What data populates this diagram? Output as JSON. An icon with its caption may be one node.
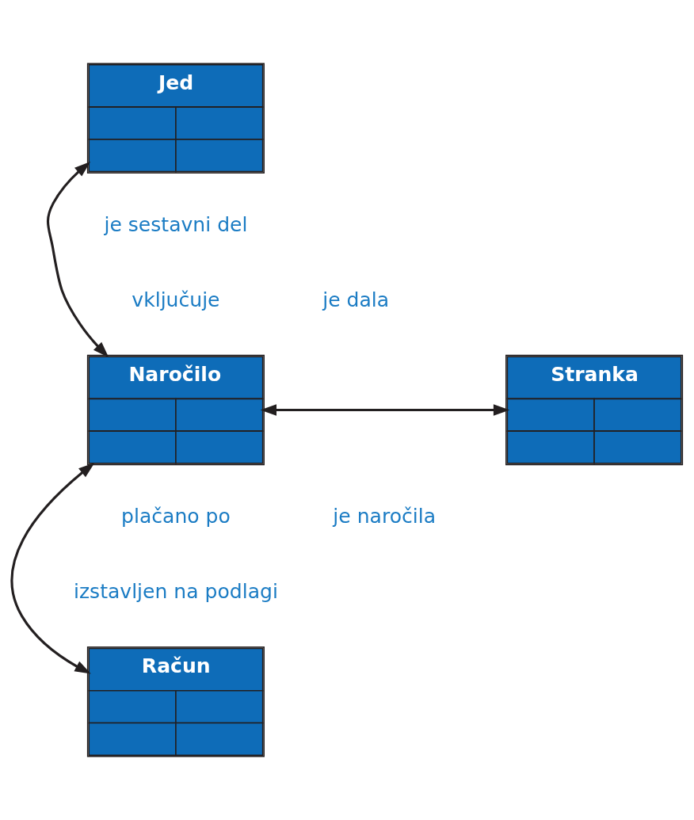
{
  "diagram": {
    "nodes": [
      {
        "text": [
          "Jed"
        ]
      },
      {
        "text": [
          "Naročilo"
        ]
      },
      {
        "text": [
          "Stranka"
        ]
      },
      {
        "text": [
          "Račun"
        ]
      }
    ],
    "edges": [
      {
        "from": 0,
        "to": 1,
        "arrow": "both"
      },
      {
        "from": 1,
        "to": 2,
        "arrow": "both"
      },
      {
        "from": 1,
        "to": 3,
        "arrow": "both"
      }
    ],
    "labels": [
      "je sestavni del",
      "vključuje",
      "je dala",
      "je naročila",
      "plačano po",
      "izstavljen na podlagi"
    ]
  }
}
